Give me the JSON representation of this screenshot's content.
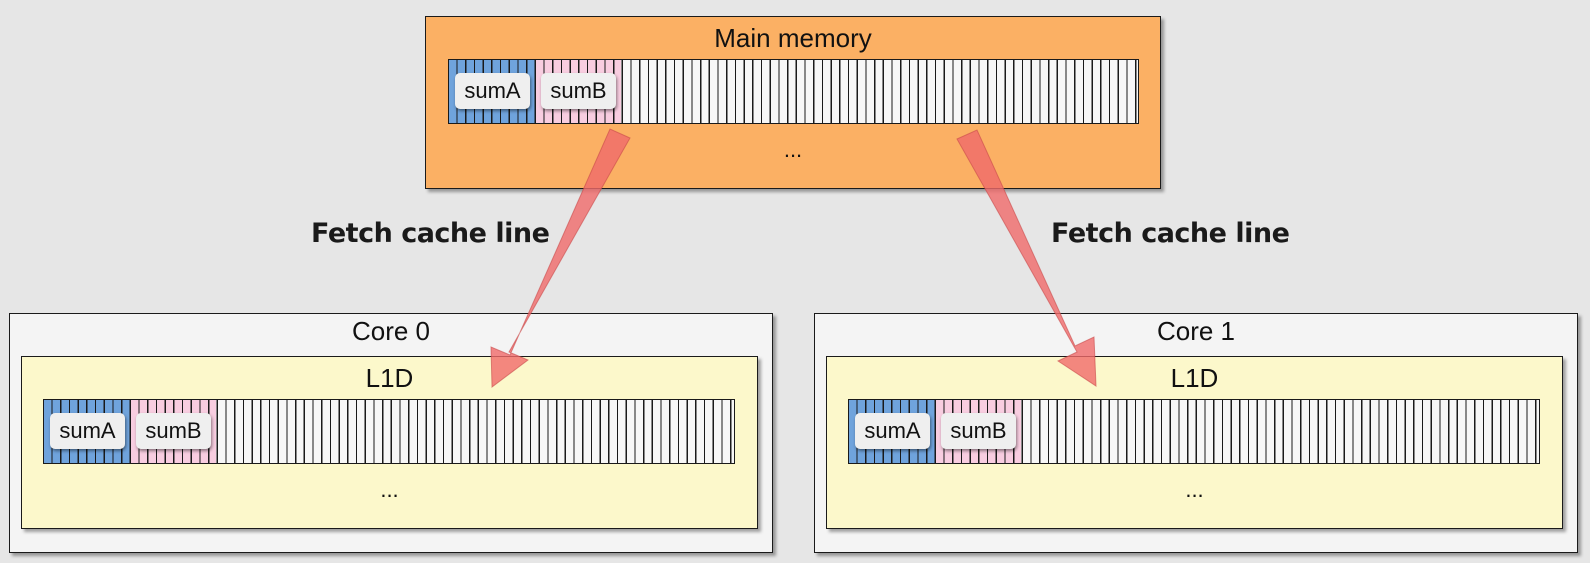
{
  "main_memory": {
    "title": "Main memory",
    "ellipsis": "...",
    "var_a": "sumA",
    "var_b": "sumB"
  },
  "arrows": {
    "left_label": "Fetch cache line",
    "right_label": "Fetch cache line",
    "color": "#f06a6a"
  },
  "cores": [
    {
      "title": "Core 0",
      "cache_title": "L1D",
      "ellipsis": "...",
      "var_a": "sumA",
      "var_b": "sumB"
    },
    {
      "title": "Core 1",
      "cache_title": "L1D",
      "ellipsis": "...",
      "var_a": "sumA",
      "var_b": "sumB"
    }
  ],
  "colors": {
    "main_memory_fill": "#fbb064",
    "core_fill": "#f4f4f4",
    "cache_fill": "#fcf8cb",
    "sumA_fill": "#6fa3dc",
    "sumB_fill": "#f8cde0"
  }
}
